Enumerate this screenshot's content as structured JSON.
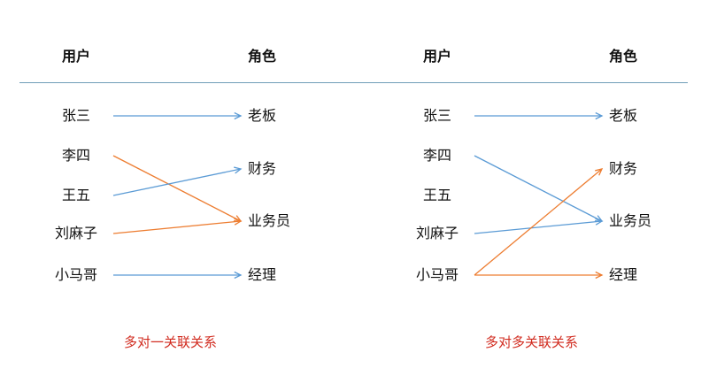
{
  "panels": [
    {
      "user_header": "用户",
      "role_header": "角色",
      "users": [
        "张三",
        "李四",
        "王五",
        "刘麻子",
        "小马哥"
      ],
      "roles": [
        "老板",
        "财务",
        "业务员",
        "经理"
      ],
      "links": [
        {
          "from": 0,
          "to": 0,
          "color": "#5b9bd5"
        },
        {
          "from": 1,
          "to": 2,
          "color": "#ed7d31"
        },
        {
          "from": 2,
          "to": 1,
          "color": "#5b9bd5"
        },
        {
          "from": 3,
          "to": 2,
          "color": "#ed7d31"
        },
        {
          "from": 4,
          "to": 3,
          "color": "#5b9bd5"
        }
      ],
      "caption": "多对一关联关系"
    },
    {
      "user_header": "用户",
      "role_header": "角色",
      "users": [
        "张三",
        "李四",
        "王五",
        "刘麻子",
        "小马哥"
      ],
      "roles": [
        "老板",
        "财务",
        "业务员",
        "经理"
      ],
      "links": [
        {
          "from": 0,
          "to": 0,
          "color": "#5b9bd5"
        },
        {
          "from": 1,
          "to": 2,
          "color": "#5b9bd5"
        },
        {
          "from": 3,
          "to": 2,
          "color": "#5b9bd5"
        },
        {
          "from": 4,
          "to": 1,
          "color": "#ed7d31"
        },
        {
          "from": 4,
          "to": 3,
          "color": "#ed7d31"
        }
      ],
      "caption": "多对多关联关系"
    }
  ]
}
